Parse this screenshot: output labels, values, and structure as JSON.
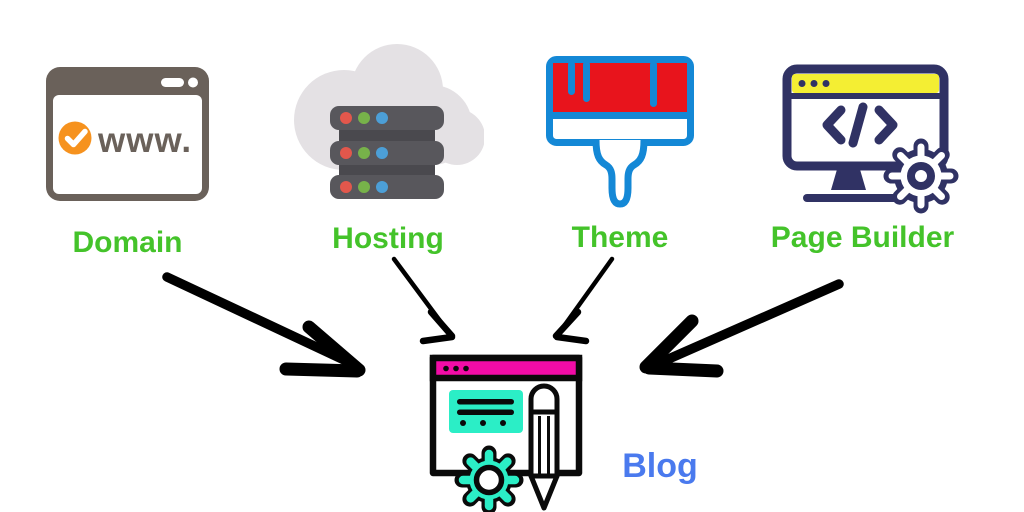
{
  "diagram": {
    "sources": [
      {
        "label": "Domain",
        "icon": "browser-www-icon",
        "browser_text": "www."
      },
      {
        "label": "Hosting",
        "icon": "cloud-servers-icon"
      },
      {
        "label": "Theme",
        "icon": "paintbrush-icon"
      },
      {
        "label": "Page Builder",
        "icon": "monitor-code-gear-icon"
      }
    ],
    "target": {
      "label": "Blog",
      "icon": "blog-window-icon"
    },
    "arrows": [
      "domain-to-blog",
      "hosting-to-blog",
      "theme-to-blog",
      "page-builder-to-blog"
    ]
  },
  "colors": {
    "background": "#FFFFFF",
    "label-green": "#44C32A",
    "blog-blue": "#4A7AEE",
    "arrow-black": "#000000",
    "browser-taupe": "#6A615A",
    "check-orange": "#F6921E",
    "cloud-gray": "#E4E1E4",
    "server-gray": "#58575C",
    "server-dark": "#4A494E",
    "led-red": "#E2574C",
    "led-green": "#77B24A",
    "led-blue": "#4C9FD7",
    "brush-blue": "#1488D6",
    "brush-red": "#E8141C",
    "builder-navy": "#303264",
    "builder-yellow": "#F4EE33",
    "blog-magenta": "#F20CA7",
    "blog-teal": "#2BEEC6",
    "ink-black": "#0A0A0A"
  }
}
